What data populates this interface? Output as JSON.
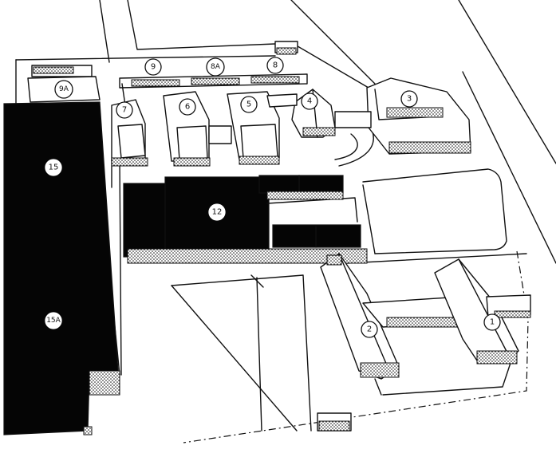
{
  "map": {
    "building_labels": [
      {
        "key": "b1",
        "text": "1"
      },
      {
        "key": "b2",
        "text": "2"
      },
      {
        "key": "b3",
        "text": "3"
      },
      {
        "key": "b4",
        "text": "4"
      },
      {
        "key": "b5",
        "text": "5"
      },
      {
        "key": "b6",
        "text": "6"
      },
      {
        "key": "b7",
        "text": "7"
      },
      {
        "key": "b8",
        "text": "8"
      },
      {
        "key": "b8a",
        "text": "8A"
      },
      {
        "key": "b9",
        "text": "9"
      },
      {
        "key": "b9a",
        "text": "9A"
      },
      {
        "key": "b12",
        "text": "12"
      },
      {
        "key": "b15",
        "text": "15"
      },
      {
        "key": "b15a",
        "text": "15A"
      }
    ],
    "colors": {
      "ink": "#111111",
      "fill_dark": "#050505",
      "paper": "#ffffff"
    }
  }
}
